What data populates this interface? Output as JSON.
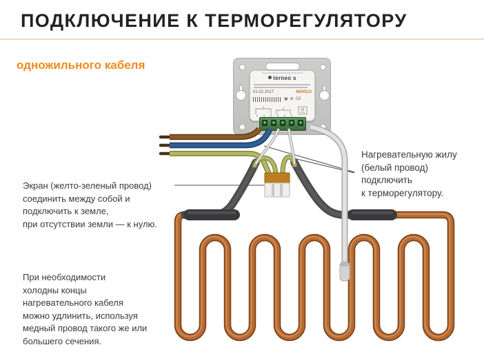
{
  "header": {
    "title": "ПОДКЛЮЧЕНИЕ К ТЕРМОРЕГУЛЯТОРУ",
    "subtitle": "одножильного кабеля"
  },
  "device": {
    "brand": "terneo s",
    "date": "01.02.2017",
    "serial": "4604523",
    "ce_mark": "C€"
  },
  "annotations": {
    "shield_note": "Экран (желто-зеленый провод)\nсоединить между собой и\nподключить к земле,\nпри отсутствии земли — к нулю.",
    "heating_core_note": "Нагревательную жилу\n(белый провод)\nподключить\nк терморегулятору.",
    "cold_ends_note": "При необходимости\nхолодны концы\nнагревательного кабеля\nможно удлинить, используя\nмедный провод такого же или\nбольшего сечения."
  },
  "colors": {
    "accent-orange": "#f08a1d",
    "wire-brown": "#8a5a28",
    "wire-brown-dark": "#5e3a12",
    "wire-blue": "#2e6096",
    "wire-blue-dark": "#1c3c63",
    "wire-earth": "#b4b765",
    "wire-earth-dark": "#83863c",
    "heating-cable": "#b66b35",
    "heating-cable-dark": "#7c4016",
    "heating-cable-light": "#d79257",
    "cold-end-gray": "#4a4a4c",
    "cold-end-light": "#5d5d5f",
    "sheath-gray": "#3a3a3c",
    "sensor-white": "#e3e2e0",
    "sensor-edge": "#a9a9a7",
    "connector-orange": "#bd7e22",
    "terminal-green": "#4a8348",
    "annotation-line": "#4d4d4d"
  }
}
